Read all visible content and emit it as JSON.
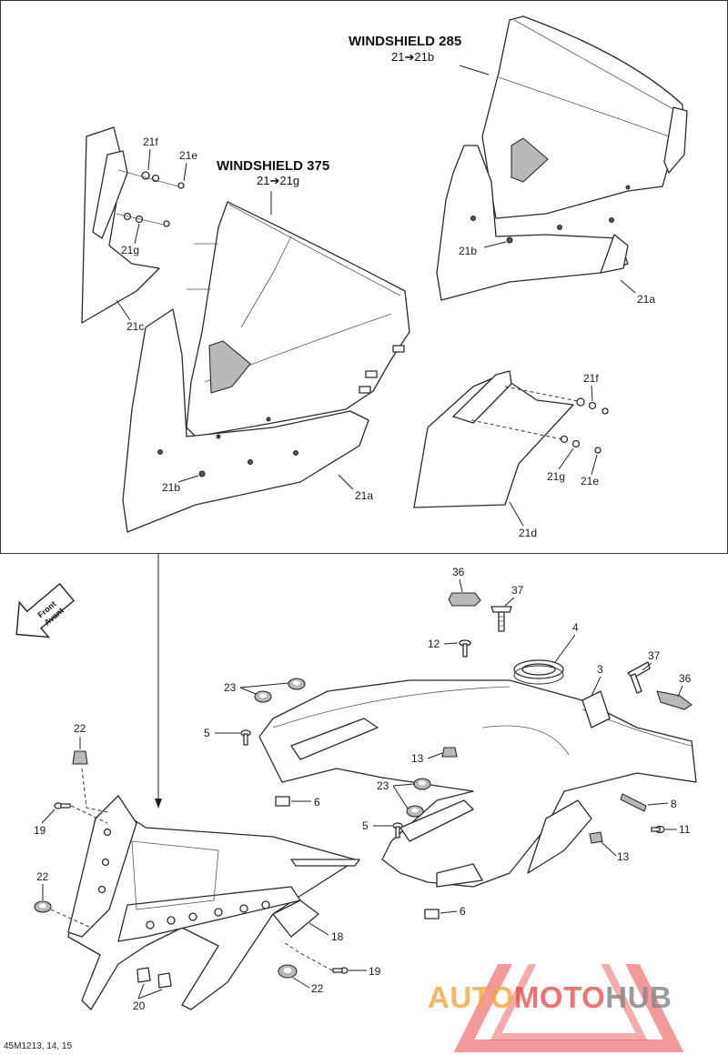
{
  "windshield_285": {
    "title": "WINDSHIELD 285",
    "range": "21➔21b"
  },
  "windshield_375": {
    "title": "WINDSHIELD 375",
    "range": "21➔21g"
  },
  "labels": {
    "l21f_left": "21f",
    "l21e_left": "21e",
    "l21g_left": "21g",
    "l21c": "21c",
    "l21b_285": "21b",
    "l21a_285": "21a",
    "l21b_375": "21b",
    "l21a_375": "21a",
    "l21f_right": "21f",
    "l21g_right": "21g",
    "l21e_right": "21e",
    "l21d": "21d",
    "l36_top": "36",
    "l37_top": "37",
    "l4": "4",
    "l12": "12",
    "l3": "3",
    "l37_right": "37",
    "l36_right": "36",
    "l23_top": "23",
    "l5_top": "5",
    "l22_top": "22",
    "l13_mid": "13",
    "l6_top": "6",
    "l23_mid": "23",
    "l5_mid": "5",
    "l8": "8",
    "l11": "11",
    "l13_right": "13",
    "l19_top": "19",
    "l22_left": "22",
    "l6_bottom": "6",
    "l18": "18",
    "l19_bottom": "19",
    "l22_bottom": "22",
    "l20": "20"
  },
  "front_badge": {
    "line1": "Front",
    "line2": "Avant"
  },
  "footer": "45M1213, 14, 15",
  "watermark": {
    "part1": "AUTO",
    "part2": "MOTO",
    "part3": "HUB",
    "color_orange": "#f4a53a",
    "color_red": "#e94545",
    "color_grey": "#8a8a8a"
  }
}
